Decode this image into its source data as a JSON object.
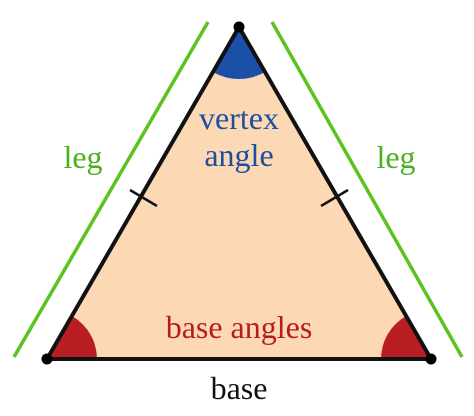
{
  "labels": {
    "vertex_line1": "vertex",
    "vertex_line2": "angle",
    "leg_left": "leg",
    "leg_right": "leg",
    "base_angles": "base angles",
    "base": "base"
  },
  "colors": {
    "triangle_fill": "#fcd9b4",
    "outline": "#111111",
    "leg_line": "#5cc21f",
    "vertex_angle": "#1c4fa8",
    "base_angle": "#b81e24",
    "vertex_text": "#1d4fa0",
    "leg_text": "#4caf1c",
    "base_angles_text": "#b51c22",
    "base_text": "#111111"
  }
}
